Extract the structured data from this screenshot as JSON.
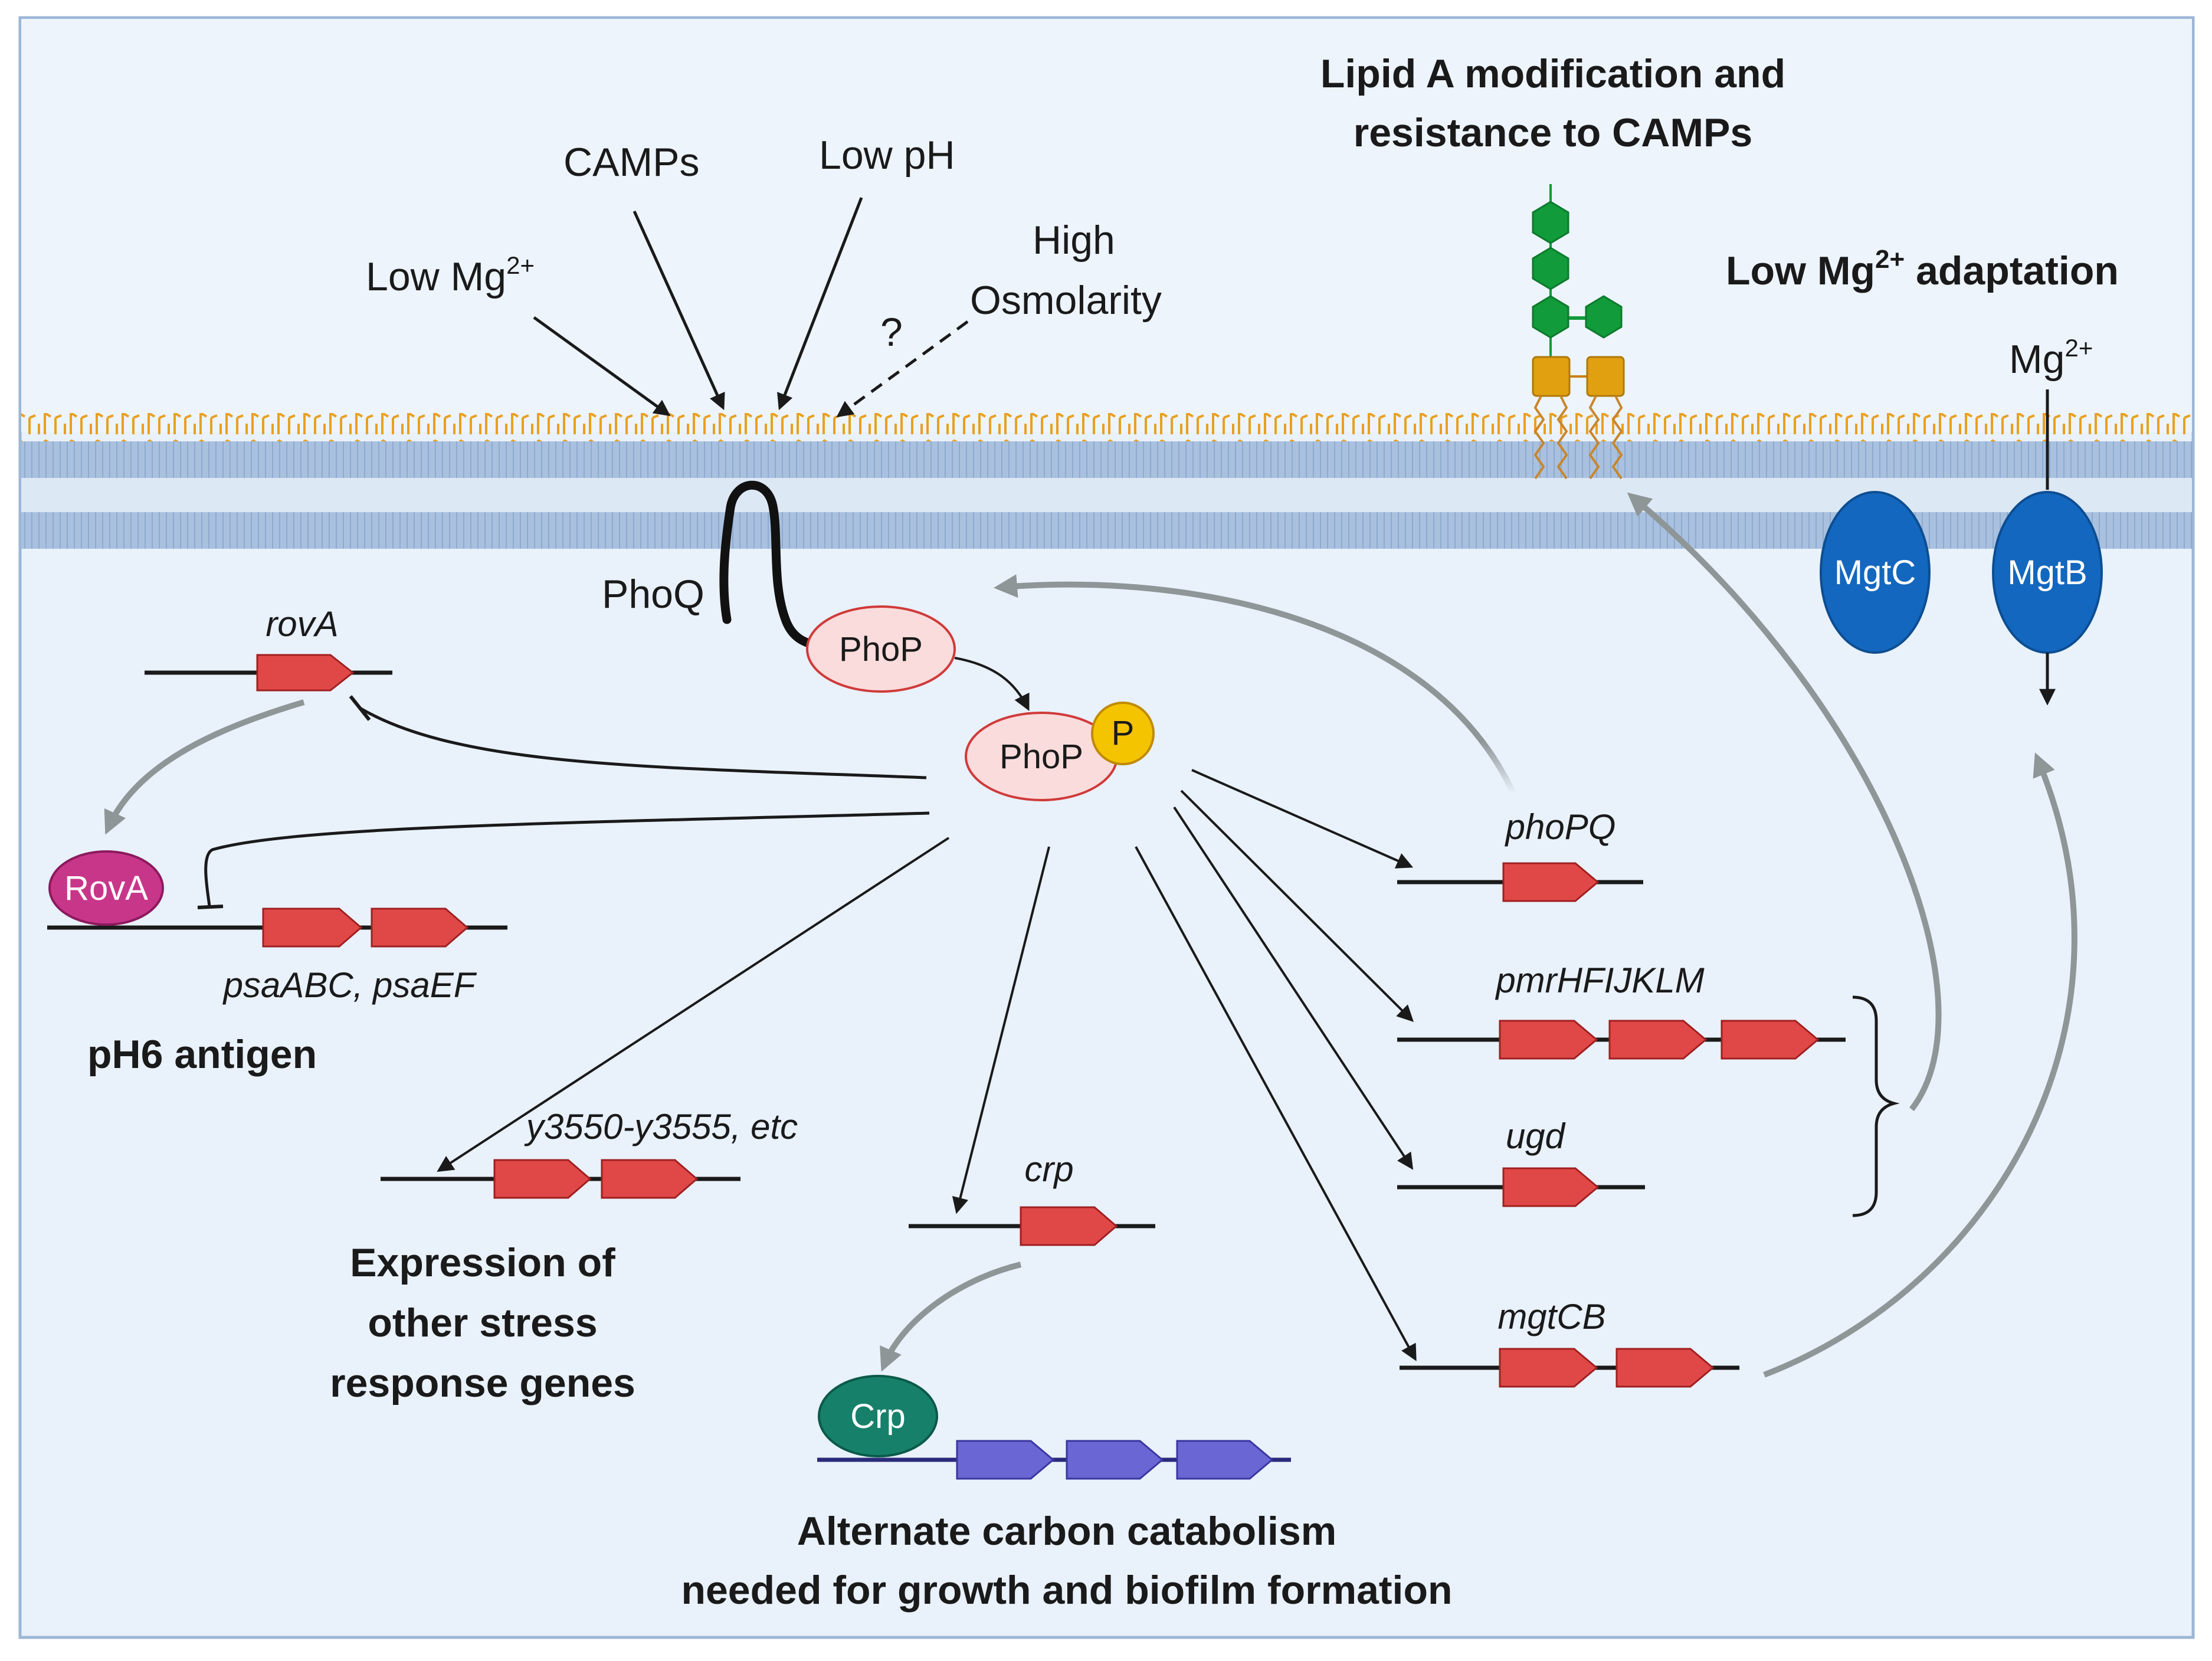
{
  "signals": {
    "low_mg": "Low Mg",
    "low_mg_sup": "2+",
    "camps": "CAMPs",
    "low_ph": "Low pH",
    "high": "High",
    "osmolarity": "Osmolarity",
    "question": "?"
  },
  "top_right": {
    "lipid_line1": "Lipid A modification and",
    "lipid_line2": "resistance to CAMPs",
    "mg_adapt_pre": "Low Mg",
    "mg_adapt_sup": "2+",
    "mg_adapt_post": " adaptation",
    "mg_ion": "Mg",
    "mg_ion_sup": "2+"
  },
  "proteins": {
    "phoq": "PhoQ",
    "phop": "PhoP",
    "phop_p": "PhoP",
    "phosphate": "P",
    "rova": "RovA",
    "crp": "Crp",
    "mgtc": "MgtC",
    "mgtb": "MgtB"
  },
  "genes": {
    "rova": "rovA",
    "psa": "psaABC, psaEF",
    "y3550": "y3550-y3555, etc",
    "crp": "crp",
    "phopq": "phoPQ",
    "pmr": "pmrHFIJKLM",
    "ugd": "ugd",
    "mgtcb": "mgtCB"
  },
  "outcomes": {
    "ph6": "pH6 antigen",
    "stress_line1": "Expression of",
    "stress_line2": "other stress",
    "stress_line3": "response genes",
    "carbon_line1": "Alternate carbon catabolism",
    "carbon_line2": "needed for growth and biofilm formation"
  },
  "colors": {
    "cytoplasm": "#e9f1fb",
    "border": "#9db6d6",
    "membrane": "#9fb9da",
    "gene_arrow": "#e04848",
    "gene_arrow_blue": "#6a66d4",
    "phop_fill": "#fadcdc",
    "phosphate": "#f5c400",
    "rova": "#c8368a",
    "crp": "#17806a",
    "mgt": "#1467be",
    "glycan": "#119b3a",
    "kdo": "#e0a010",
    "grey_arrow": "#8e9698"
  }
}
